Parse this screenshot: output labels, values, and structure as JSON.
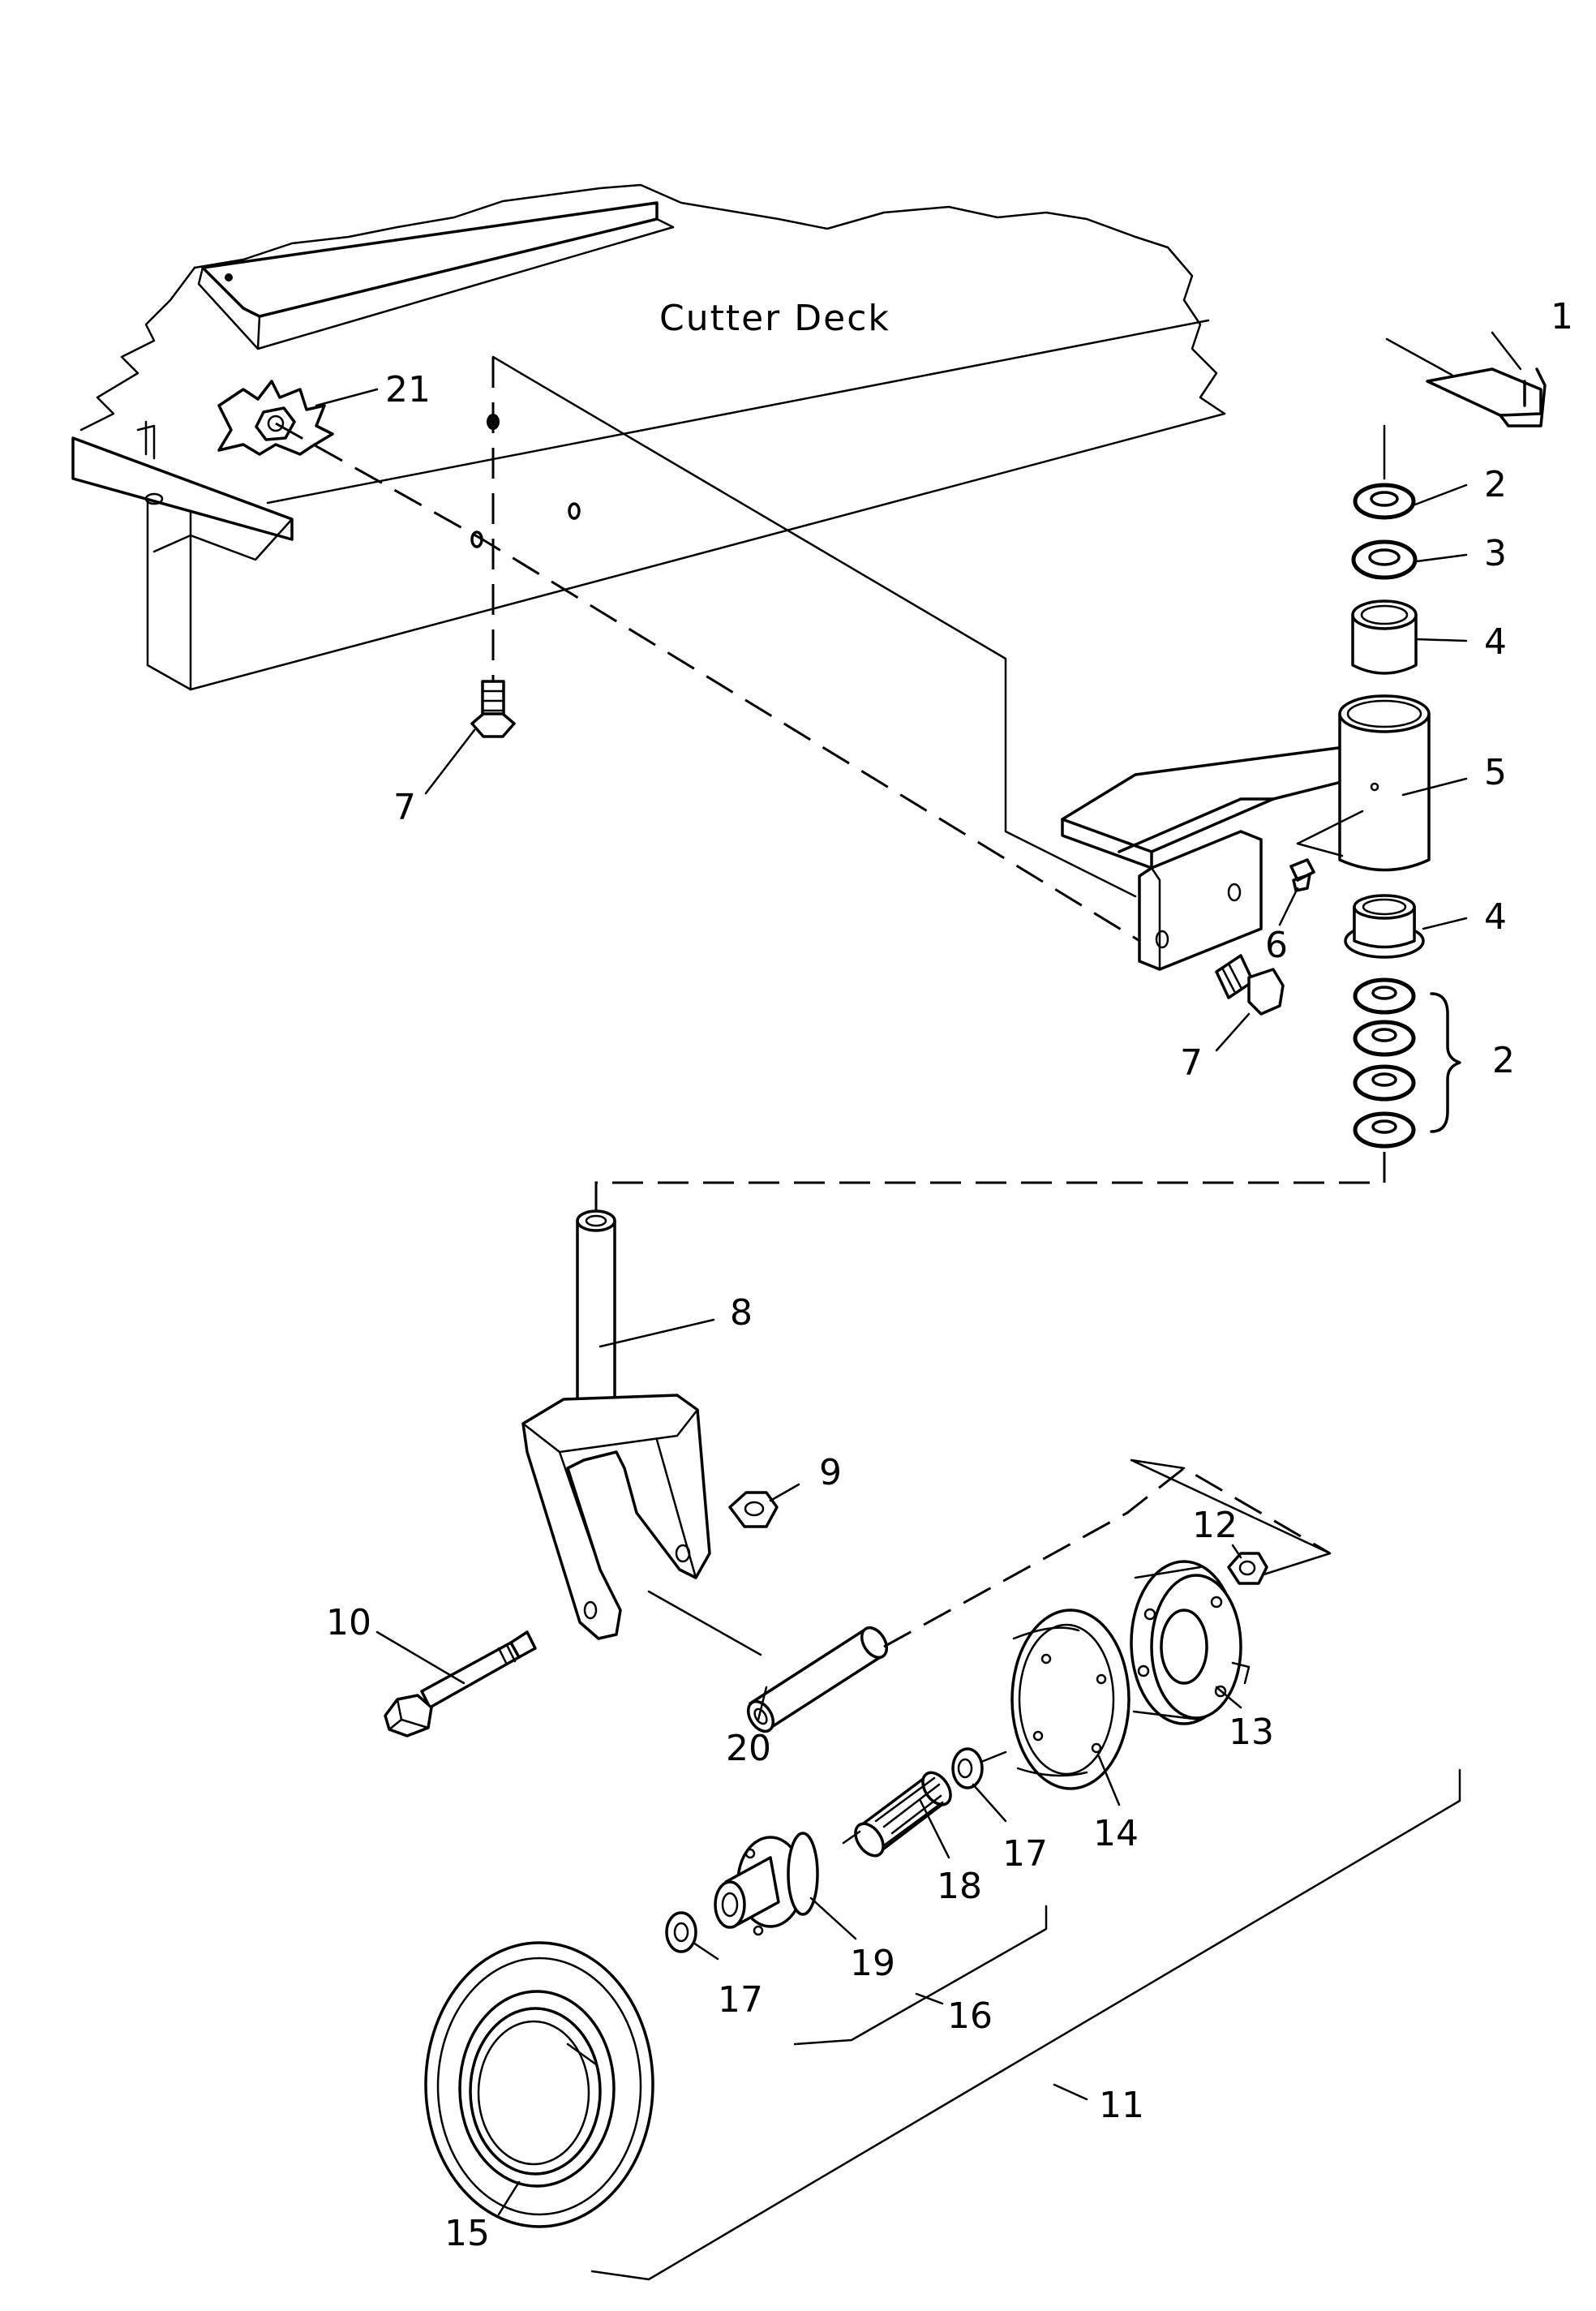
{
  "diagram": {
    "deck_label": "Cutter Deck",
    "callouts": [
      {
        "id": "c1",
        "text": "1"
      },
      {
        "id": "c2a",
        "text": "2"
      },
      {
        "id": "c3",
        "text": "3"
      },
      {
        "id": "c4a",
        "text": "4"
      },
      {
        "id": "c5",
        "text": "5"
      },
      {
        "id": "c6",
        "text": "6"
      },
      {
        "id": "c4b",
        "text": "4"
      },
      {
        "id": "c2b",
        "text": "2"
      },
      {
        "id": "c7a",
        "text": "7"
      },
      {
        "id": "c7b",
        "text": "7"
      },
      {
        "id": "c21",
        "text": "21"
      },
      {
        "id": "c8",
        "text": "8"
      },
      {
        "id": "c9",
        "text": "9"
      },
      {
        "id": "c10",
        "text": "10"
      },
      {
        "id": "c12",
        "text": "12"
      },
      {
        "id": "c13",
        "text": "13"
      },
      {
        "id": "c14",
        "text": "14"
      },
      {
        "id": "c17a",
        "text": "17"
      },
      {
        "id": "c18",
        "text": "18"
      },
      {
        "id": "c19",
        "text": "19"
      },
      {
        "id": "c20",
        "text": "20"
      },
      {
        "id": "c17b",
        "text": "17"
      },
      {
        "id": "c16",
        "text": "16"
      },
      {
        "id": "c11",
        "text": "11"
      },
      {
        "id": "c15",
        "text": "15"
      }
    ]
  }
}
